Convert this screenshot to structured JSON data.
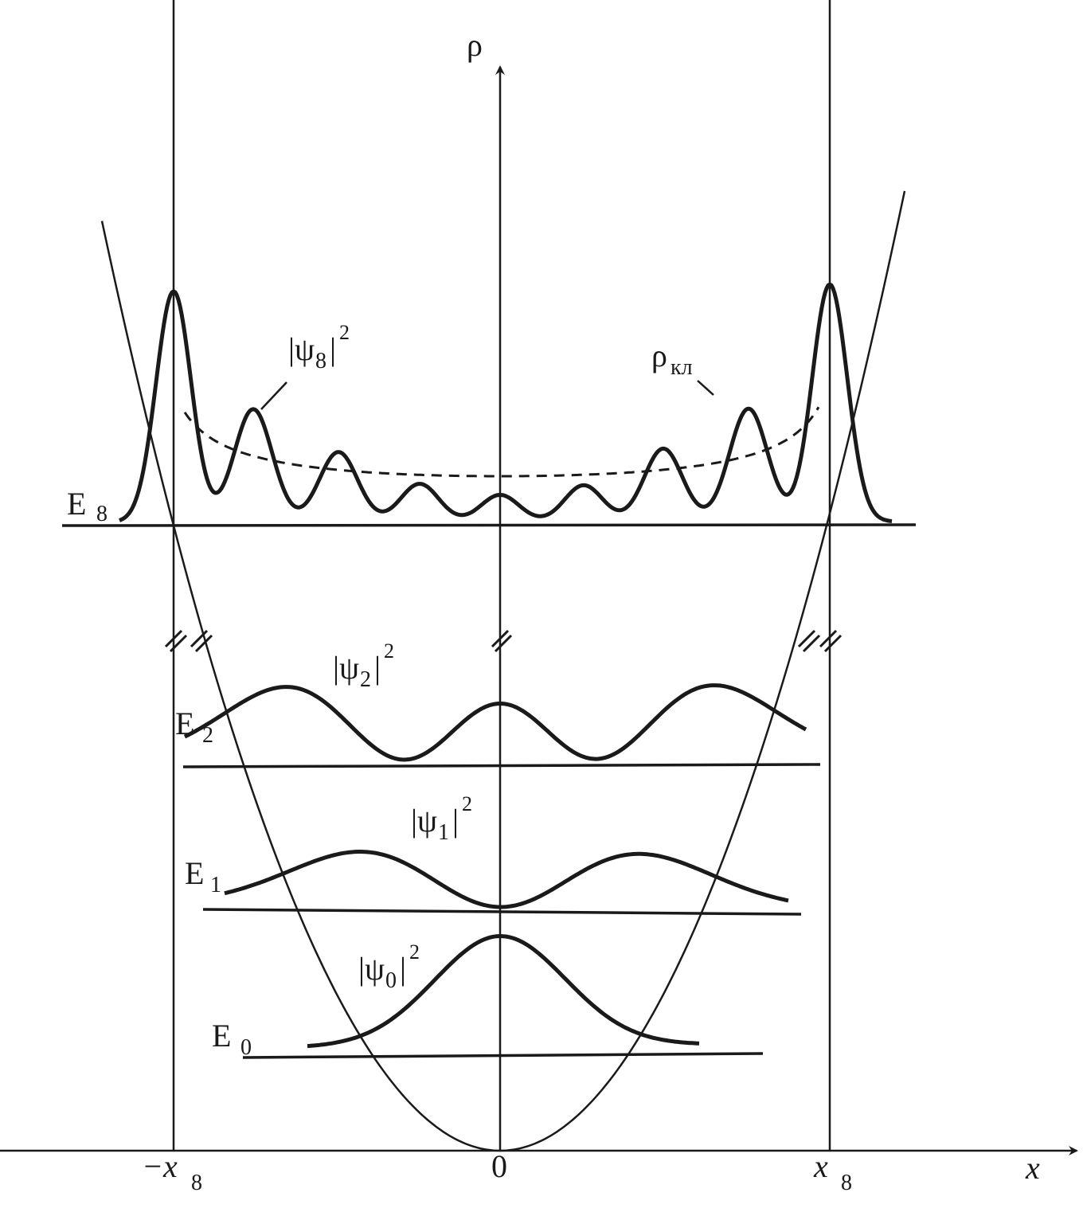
{
  "labels": {
    "y_axis": "ρ",
    "x_axis": "x",
    "origin": "0",
    "neg_x8_main": "−x",
    "neg_x8_sub": "8",
    "pos_x8_main": "x",
    "pos_x8_sub": "8",
    "rho_cl_main": "ρ",
    "rho_cl_sub": "кл",
    "E8_main": "E",
    "E8_sub": "8",
    "E2_main": "E",
    "E2_sub": "2",
    "E1_main": "E",
    "E1_sub": "1",
    "E0_main": "E",
    "E0_sub": "0",
    "psi8_bar_open": "|ψ",
    "psi8_sub": "8",
    "psi8_bar_close": "|",
    "psi8_sup": "2",
    "psi2_bar_open": "|ψ",
    "psi2_sub": "2",
    "psi2_bar_close": "|",
    "psi2_sup": "2",
    "psi1_bar_open": "|ψ",
    "psi1_sub": "1",
    "psi1_bar_close": "|",
    "psi1_sup": "2",
    "psi0_bar_open": "|ψ",
    "psi0_sub": "0",
    "psi0_bar_close": "|",
    "psi0_sup": "2"
  },
  "colors": {
    "ink": "#1a1a1a",
    "background": "#ffffff"
  }
}
